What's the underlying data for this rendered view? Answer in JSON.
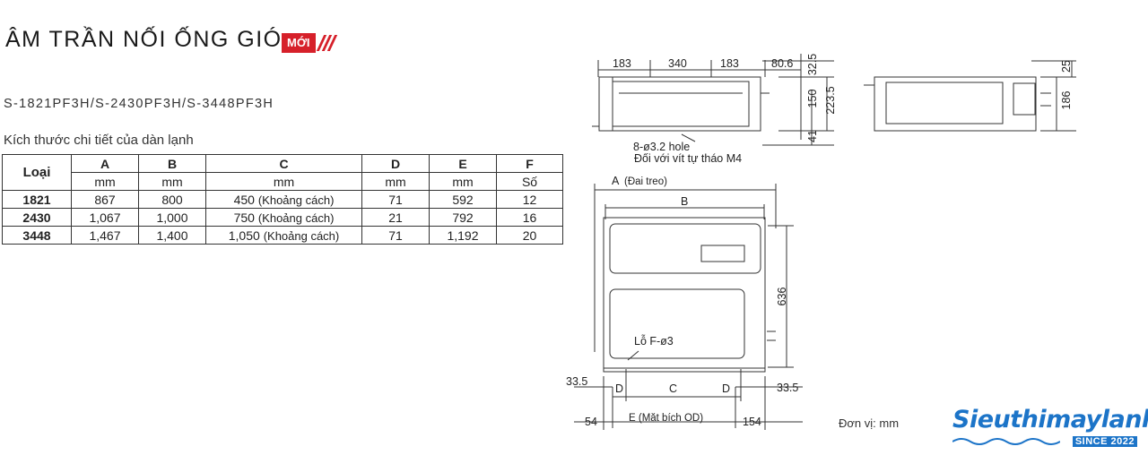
{
  "header": {
    "title": "ÂM TRẦN NỐI ỐNG GIÓ",
    "badge": "MỚI",
    "models": "S-1821PF3H/S-2430PF3H/S-3448PF3H",
    "table_caption": "Kích thước chi tiết của dàn lạnh"
  },
  "table": {
    "corner": "Loại",
    "headers": [
      "A",
      "B",
      "C",
      "D",
      "E",
      "F"
    ],
    "units": [
      "mm",
      "mm",
      "mm",
      "mm",
      "mm",
      "Số"
    ],
    "rows": [
      {
        "type": "1821",
        "a": "867",
        "b": "800",
        "c": "450",
        "c_note": "(Khoảng cách)",
        "d": "71",
        "e": "592",
        "f": "12"
      },
      {
        "type": "2430",
        "a": "1,067",
        "b": "1,000",
        "c": "750",
        "c_note": "(Khoảng cách)",
        "d": "21",
        "e": "792",
        "f": "16"
      },
      {
        "type": "3448",
        "a": "1,467",
        "b": "1,400",
        "c": "1,050",
        "c_note": "(Khoảng cách)",
        "d": "71",
        "e": "1,192",
        "f": "20"
      }
    ]
  },
  "drawing": {
    "front_dims": [
      "183",
      "340",
      "183",
      "80.6"
    ],
    "front_side_dims": [
      "32.5",
      "150",
      "223.5",
      "41"
    ],
    "side_dims": [
      "25",
      "186"
    ],
    "hole_note": "8-ø3.2 hole",
    "screw_note": "Đối với vít tự tháo M4",
    "a_label": "A",
    "a_note": "(Đai treo)",
    "b_label": "B",
    "height_636": "636",
    "hole_label": "Lỗ  F-ø3",
    "left_335": "33.5",
    "right_335": "33.5",
    "d_left": "D",
    "c_label": "C",
    "d_right": "D",
    "left_54": "54",
    "e_label": "E (Mặt bích OD)",
    "right_154": "154"
  },
  "footer": {
    "unit_note": "Đơn vị: mm",
    "logo": "Sieuthimaylanh",
    "since": "SINCE 2022"
  },
  "colors": {
    "badge": "#d6202a",
    "logo": "#1c74c8"
  }
}
